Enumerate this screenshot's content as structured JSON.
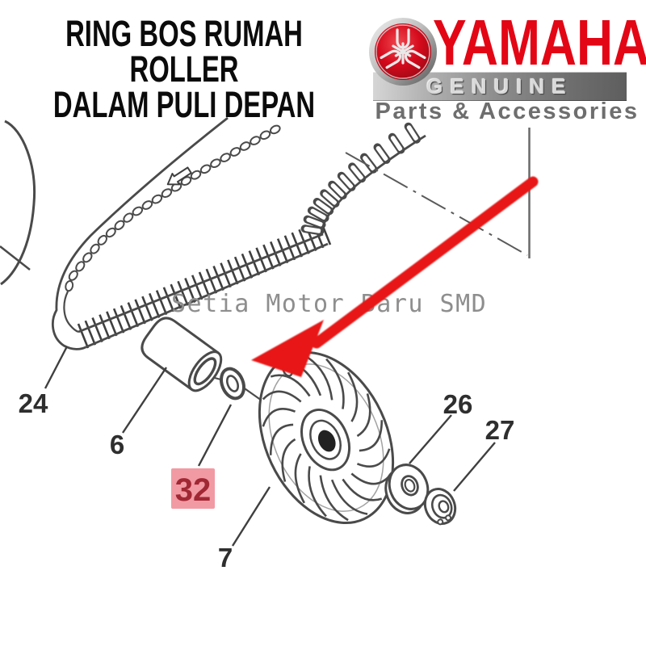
{
  "title": {
    "line1": "RING BOS RUMAH ROLLER",
    "line2": "DALAM PULI DEPAN"
  },
  "brand": {
    "name": "YAMAHA",
    "banner_label": "GENUINE",
    "tagline": "Parts & Accessories",
    "logo_icon": "yamaha-tuning-forks-emblem"
  },
  "colors": {
    "brand_red": "#e30615",
    "arrow_red": "#e81414",
    "highlight_pink": "#f29aa3",
    "highlight_text": "#a02834",
    "watermark_gray": "#8e8e8e",
    "line_gray": "#4a4a4a"
  },
  "diagram": {
    "watermark": "Setia Motor Baru SMD",
    "arrow_points_to": "32",
    "part_labels": [
      {
        "text": "24",
        "highlighted": false
      },
      {
        "text": "6",
        "highlighted": false
      },
      {
        "text": "32",
        "highlighted": true
      },
      {
        "text": "7",
        "highlighted": false
      },
      {
        "text": "26",
        "highlighted": false
      },
      {
        "text": "27",
        "highlighted": false
      }
    ]
  }
}
